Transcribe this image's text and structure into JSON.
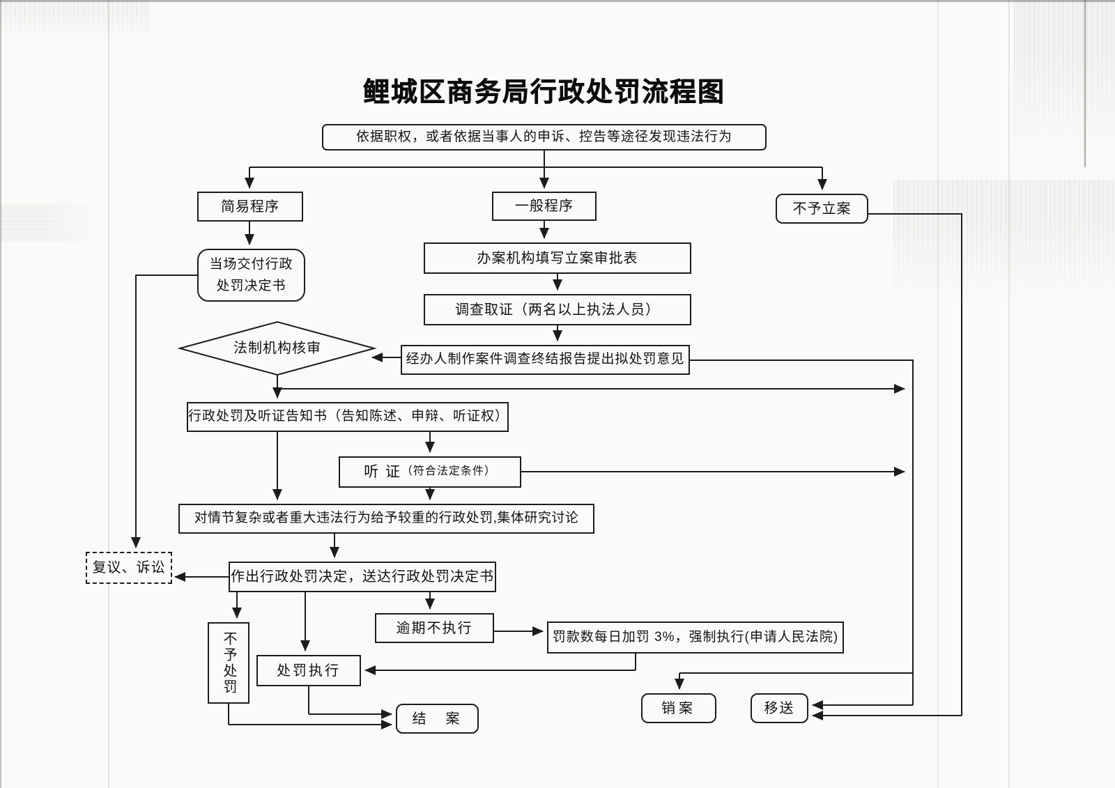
{
  "title": "鲤城区商务局行政处罚流程图",
  "nodes": {
    "start": {
      "label": "依据职权，或者依据当事人的申诉、控告等途径发现违法行为"
    },
    "simple": {
      "label": "简易程序"
    },
    "general": {
      "label": "一般程序"
    },
    "no_case": {
      "label": "不予立案"
    },
    "onspot": {
      "line1": "当场交付行政",
      "line2": "处罚决定书"
    },
    "form": {
      "label": "办案机构填写立案审批表"
    },
    "investigate": {
      "label": "调查取证（两名以上执法人员）"
    },
    "legal_review": {
      "label": "法制机构核审"
    },
    "report": {
      "label": "经办人制作案件调查终结报告提出拟处罚意见"
    },
    "notice": {
      "label": "行政处罚及听证告知书（告知陈述、申辩、听证权）"
    },
    "hearing": {
      "label_main": "听  证",
      "label_sub": "（符合法定条件）"
    },
    "collective": {
      "label": "对情节复杂或者重大违法行为给予较重的行政处罚,集体研究讨论"
    },
    "review_suit": {
      "label": "复议、诉讼"
    },
    "decision": {
      "label": "作出行政处罚决定，送达行政处罚决定书"
    },
    "no_punish": {
      "label": "不予处罚"
    },
    "execute": {
      "label": "处罚执行"
    },
    "overdue": {
      "label": "逾期不执行"
    },
    "fine": {
      "label": "罚款数每日加罚 3%，强制执行(申请人民法院)"
    },
    "close_case": {
      "label": "结　案"
    },
    "cancel_case": {
      "label": "销案"
    },
    "transfer": {
      "label": "移送"
    }
  },
  "colors": {
    "line": "#1c1c1c",
    "text": "#121212",
    "paper": "#fafaf8"
  }
}
